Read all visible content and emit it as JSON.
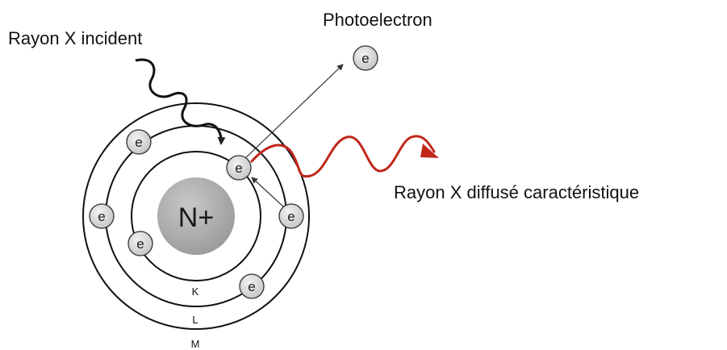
{
  "labels": {
    "incident": "Rayon X incident",
    "photoelectron": "Photoelectron",
    "scattered": "Rayon X diffusé caractéristique",
    "nucleus": "N+"
  },
  "shells": [
    "K",
    "L",
    "M"
  ],
  "electron_symbol": "e",
  "colors": {
    "incident_wave": "#111111",
    "scattered_wave": "#c0281c",
    "nucleus": "#a9a9a9",
    "electron": "#d9d9d9"
  }
}
